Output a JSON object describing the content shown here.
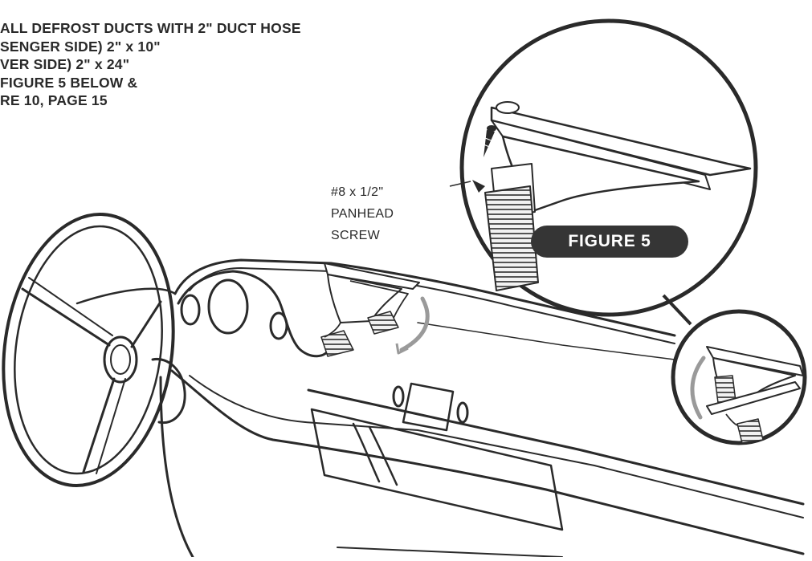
{
  "instructions": {
    "lines": [
      "ALL DEFROST DUCTS WITH 2\" DUCT HOSE",
      "SENGER SIDE) 2\" x 10\"",
      "VER SIDE) 2\" x 24\"",
      "FIGURE 5 BELOW &",
      "RE 10, PAGE 15"
    ]
  },
  "callout": {
    "lines": [
      "#8 x 1/2\"",
      "PANHEAD",
      "SCREW"
    ]
  },
  "figure_label": "FIGURE 5",
  "colors": {
    "ink": "#2a2a2a",
    "badge": "#353535",
    "hose_shade": "#6e6e6e",
    "background": "#ffffff"
  },
  "icons": {
    "screw": "panhead-screw-icon",
    "pointer": "arrowhead-icon"
  }
}
